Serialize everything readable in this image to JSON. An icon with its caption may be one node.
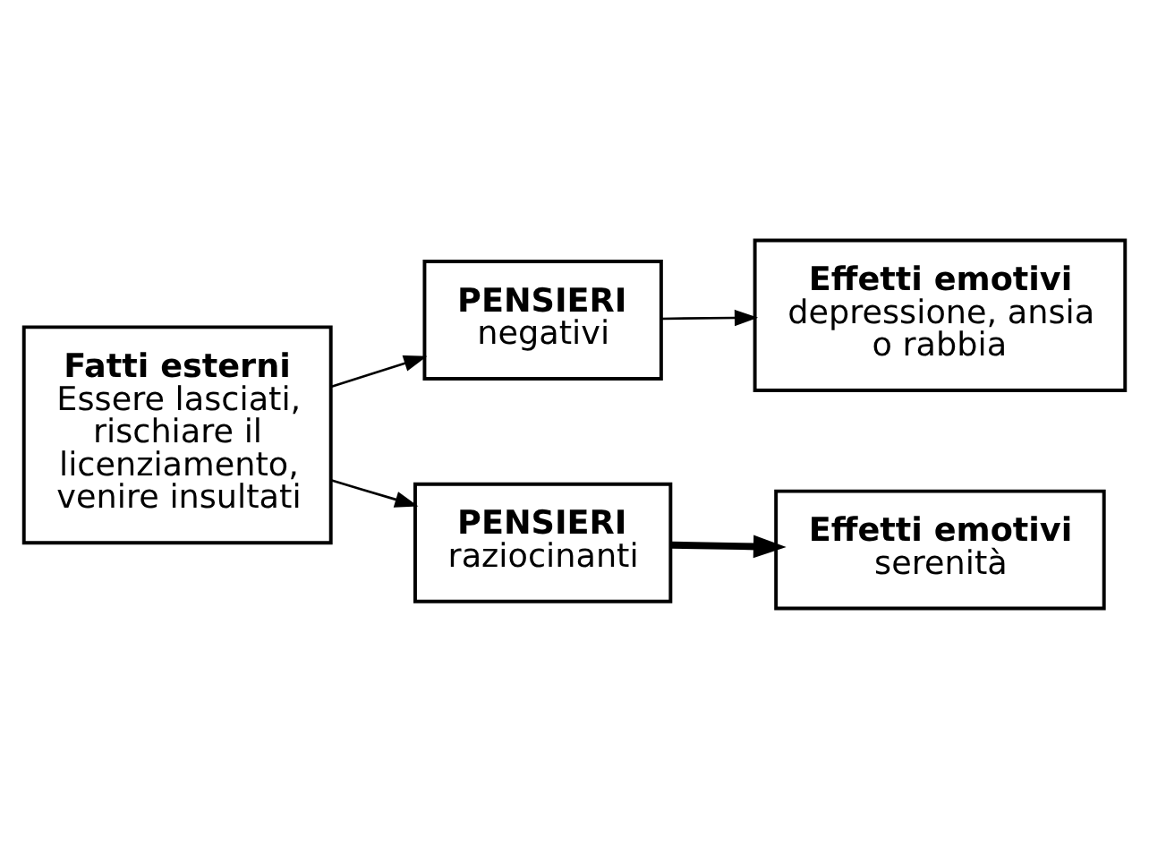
{
  "diagram": {
    "nodes": [
      {
        "text": [
          "Fatti esterni",
          "Essere lasciati, rischiare il licenziamento, venire insultati"
        ]
      },
      {
        "text": [
          "PENSIERI",
          "negativi"
        ]
      },
      {
        "text": [
          "Effetti emotivi",
          "depressione, ansia o rabbia"
        ]
      },
      {
        "text": [
          "PENSIERI",
          "raziocinanti"
        ]
      },
      {
        "text": [
          "Effetti emotivi",
          "serenità"
        ]
      }
    ],
    "edges": [
      {
        "from": 0,
        "to": 1,
        "arrow": "to"
      },
      {
        "from": 1,
        "to": 2,
        "arrow": "to"
      },
      {
        "from": 0,
        "to": 3,
        "arrow": "to"
      },
      {
        "from": 3,
        "to": 4,
        "arrow": "to",
        "style": "thick"
      }
    ]
  }
}
